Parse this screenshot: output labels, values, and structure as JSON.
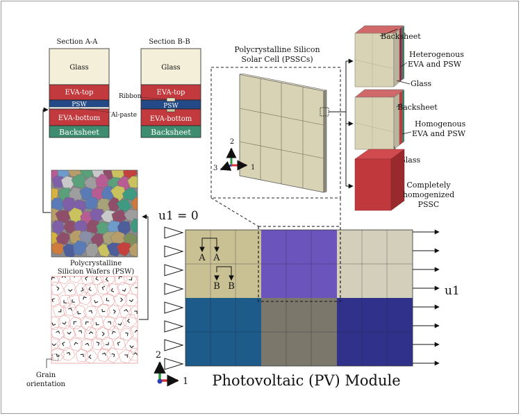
{
  "section_aa": {
    "title": "Section A-A",
    "layers": [
      "Glass",
      "EVA-top",
      "PSW",
      "EVA-bottom",
      "Backsheet"
    ]
  },
  "section_bb": {
    "title": "Section B-B",
    "layers": [
      "Glass",
      "EVA-top",
      "PSW",
      "EVA-bottom",
      "Backsheet"
    ]
  },
  "callouts": {
    "ribbon": "Ribbon",
    "al_paste": "Al-paste"
  },
  "pssc": {
    "title_line1": "Polycrystalline Silicon",
    "title_line2": "Solar Cell (PSSCs)"
  },
  "triad_small": {
    "axis1": "1",
    "axis2": "2",
    "axis3": "3"
  },
  "models": {
    "heterogenous": {
      "backsheet": "Backsheet",
      "line1": "Heterogenous",
      "line2": "EVA and PSW",
      "glass": "Glass"
    },
    "homogenous": {
      "backsheet": "Backsheet",
      "line1": "Homogenous",
      "line2": "EVA and PSW",
      "glass": "Glass"
    },
    "homogenized": {
      "line1": "Completely",
      "line2": "homogenized",
      "line3": "PSSC"
    }
  },
  "psw": {
    "line1": "Polycrystalline",
    "line2": "Silicion Wafers (PSW)"
  },
  "grain": {
    "line1": "Grain",
    "line2": "orientation"
  },
  "bc": {
    "u1_zero": "u1 = 0",
    "u1": "u1"
  },
  "section_marks": {
    "a_left": "A",
    "a_right": "A",
    "b_left": "B",
    "b_right": "B"
  },
  "triad_main": {
    "axis1": "1",
    "axis2": "2"
  },
  "module_title": "Photovoltaic (PV) Module",
  "colors": {
    "glass": "#f3efd9",
    "eva": "#c33a3e",
    "psw": "#234a86",
    "backsheet": "#3e8d71",
    "cell_beige": "#c9c193",
    "cell_purple": "#6b55bd",
    "cell_grey": "#d3cfba",
    "cell_blue": "#1d5b8b",
    "cell_taupe": "#7b776a",
    "cell_navy": "#2f318a"
  }
}
